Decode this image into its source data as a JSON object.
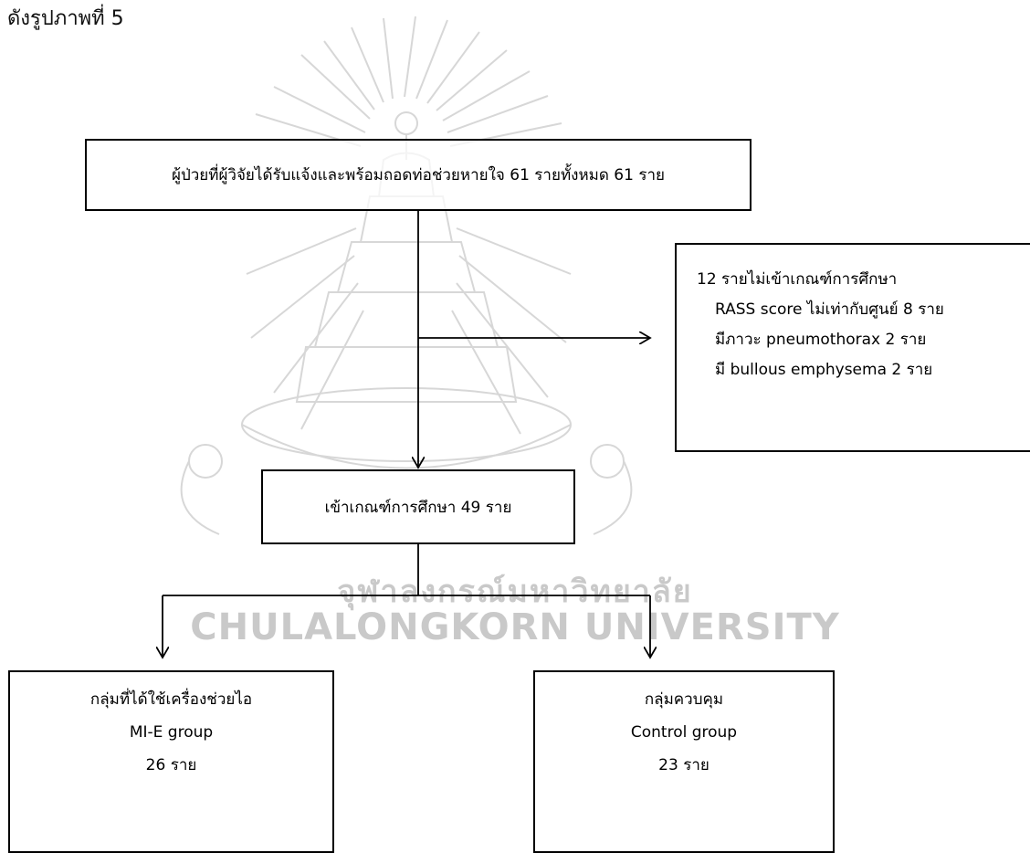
{
  "page_heading": "ดังรูปภาพที่ 5",
  "watermark": {
    "thai_text": "จุฬาลงกรณ์มหาวิทยาลัย",
    "english_text": "CHULALONGKORN UNIVERSITY"
  },
  "flowchart": {
    "top_box": "ผู้ป่วยที่ผู้วิจัยได้รับแจ้งและพร้อมถอดท่อช่วยหายใจ  61 รายทั้งหมด 61 ราย",
    "excluded_box": {
      "title": "12 รายไม่เข้าเกณฑ์การศึกษา",
      "reasons": [
        "RASS score ไม่เท่ากับศูนย์ 8 ราย",
        "มีภาวะ pneumothorax 2 ราย",
        "มี bullous emphysema 2 ราย"
      ]
    },
    "included_box": "เข้าเกณฑ์การศึกษา 49 ราย",
    "left_group": {
      "title": "กลุ่มที่ได้ใช้เครื่องช่วยไอ",
      "name": "MI-E group",
      "count": "26 ราย"
    },
    "right_group": {
      "title": "กลุ่มควบคุม",
      "name": "Control group",
      "count": "23 ราย"
    }
  }
}
